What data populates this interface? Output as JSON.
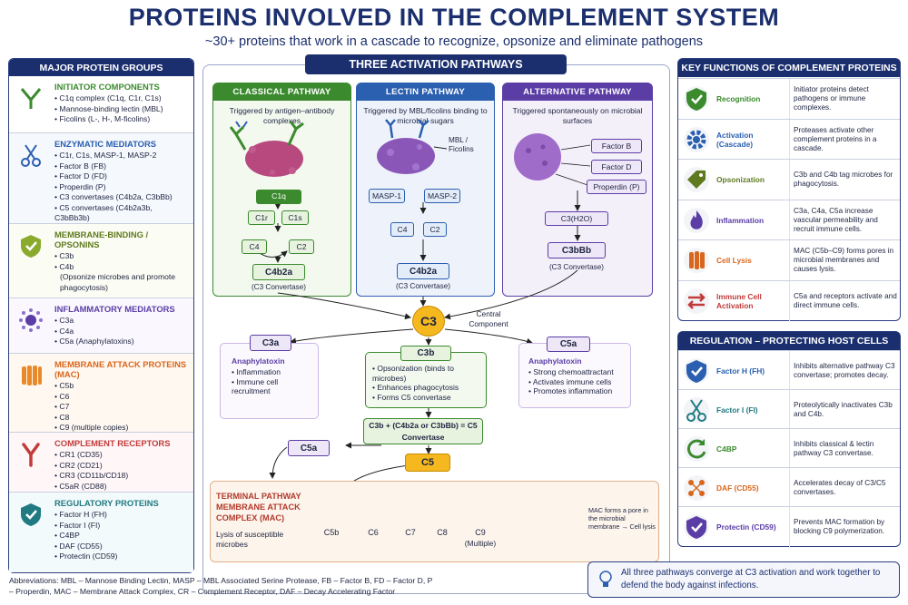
{
  "title": "PROTEINS INVOLVED IN THE COMPLEMENT SYSTEM",
  "subtitle": "~30+ proteins that work in a cascade to recognize, opsonize and eliminate pathogens",
  "left": {
    "header": "MAJOR PROTEIN GROUPS",
    "groups": [
      {
        "title": "INITIATOR COMPONENTS",
        "items": [
          "C1q complex (C1q, C1r, C1s)",
          "Mannose-binding lectin (MBL)",
          "Ficolins (L-, H-, M-ficolins)"
        ],
        "color": "#3b8a2e"
      },
      {
        "title": "ENZYMATIC MEDIATORS",
        "items": [
          "C1r, C1s, MASP-1, MASP-2",
          "Factor B (FB)",
          "Factor D (FD)",
          "Properdin (P)",
          "C3 convertases (C4b2a, C3bBb)",
          "C5 convertases (C4b2a3b, C3bBb3b)"
        ],
        "color": "#2b5fb0"
      },
      {
        "title": "MEMBRANE-BINDING / OPSONINS",
        "items": [
          "C3b",
          "C4b"
        ],
        "note": "(Opsonize microbes and promote phagocytosis)",
        "color": "#5f7a1e"
      },
      {
        "title": "INFLAMMATORY MEDIATORS",
        "items": [
          "C3a",
          "C4a",
          "C5a   (Anaphylatoxins)"
        ],
        "color": "#5b3da6"
      },
      {
        "title": "MEMBRANE ATTACK PROTEINS (MAC)",
        "items": [
          "C5b",
          "C6",
          "C7",
          "C8",
          "C9 (multiple copies)"
        ],
        "color": "#d9661c"
      },
      {
        "title": "COMPLEMENT RECEPTORS",
        "items": [
          "CR1 (CD35)",
          "CR2 (CD21)",
          "CR3 (CD11b/CD18)",
          "C5aR (CD88)"
        ],
        "color": "#c23a3a"
      },
      {
        "title": "REGULATORY PROTEINS",
        "items": [
          "Factor H (FH)",
          "Factor I (FI)",
          "C4BP",
          "DAF (CD55)",
          "Protectin (CD59)"
        ],
        "color": "#1f7a82"
      }
    ]
  },
  "center": {
    "header": "THREE ACTIVATION PATHWAYS",
    "classical": {
      "title": "CLASSICAL PATHWAY",
      "trigger": "Triggered by antigen–antibody complexes",
      "c1q": "C1q",
      "c1r": "C1r",
      "c1s": "C1s",
      "c4": "C4",
      "c2": "C2",
      "product": "C4b2a",
      "label": "(C3 Convertase)"
    },
    "lectin": {
      "title": "LECTIN PATHWAY",
      "trigger": "Triggered by MBL/ficolins binding to microbial sugars",
      "mbl": "MBL / Ficolins",
      "masp1": "MASP-1",
      "masp2": "MASP-2",
      "c4": "C4",
      "c2": "C2",
      "product": "C4b2a",
      "label": "(C3 Convertase)"
    },
    "alternative": {
      "title": "ALTERNATIVE PATHWAY",
      "trigger": "Triggered spontaneously on microbial surfaces",
      "fb": "Factor B",
      "fd": "Factor D",
      "fp": "Properdin (P)",
      "c3h2o": "C3(H2O)",
      "product": "C3bBb",
      "label": "(C3 Convertase)"
    },
    "c3": "C3",
    "central_label": "Central Component",
    "c3a": {
      "name": "C3a",
      "sub": "Anaphylatoxin",
      "items": [
        "Inflammation",
        "Immune cell recruitment"
      ]
    },
    "c3b": {
      "name": "C3b",
      "items": [
        "Opsonization (binds to microbes)",
        "Enhances phagocytosis",
        "Forms C5 convertase"
      ]
    },
    "c5a_box": {
      "name": "C5a",
      "sub": "Anaphylatoxin",
      "items": [
        "Strong chemoattractant",
        "Activates immune cells",
        "Promotes inflammation"
      ]
    },
    "c5conv": "C3b + (C4b2a or C3bBb) = C5 Convertase",
    "c5a_small": "C5a",
    "c5": "C5",
    "terminal": {
      "title": "TERMINAL PATHWAY MEMBRANE ATTACK COMPLEX (MAC)",
      "lysis": "Lysis of susceptible microbes",
      "parts": [
        "C5b",
        "C6",
        "C7",
        "C8",
        "C9"
      ],
      "c9note": "(Multiple)",
      "pore_note": "MAC forms a pore in the microbial membrane → Cell lysis"
    }
  },
  "right": {
    "header": "KEY FUNCTIONS OF COMPLEMENT PROTEINS",
    "functions": [
      {
        "name": "Recognition",
        "desc": "Initiator proteins detect pathogens or immune complexes.",
        "color": "#3b8a2e",
        "icon": "shield-check-icon"
      },
      {
        "name": "Activation (Cascade)",
        "desc": "Proteases activate other complement proteins in a cascade.",
        "color": "#2b5fb0",
        "icon": "gear-icon"
      },
      {
        "name": "Opsonization",
        "desc": "C3b and C4b tag microbes for phagocytosis.",
        "color": "#5f7a1e",
        "icon": "tag-icon"
      },
      {
        "name": "Inflammation",
        "desc": "C3a, C4a, C5a increase vascular permeability and recruit immune cells.",
        "color": "#5b3da6",
        "icon": "flame-icon"
      },
      {
        "name": "Cell Lysis",
        "desc": "MAC (C5b–C9) forms pores in microbial membranes and causes lysis.",
        "color": "#d9661c",
        "icon": "lysis-icon"
      },
      {
        "name": "Immune Cell Activation",
        "desc": "C5a and receptors activate and direct immune cells.",
        "color": "#c23a3a",
        "icon": "arrows-icon"
      }
    ],
    "reg_header": "REGULATION – PROTECTING HOST CELLS",
    "regulators": [
      {
        "name": "Factor H (FH)",
        "desc": "Inhibits alternative pathway C3 convertase; promotes decay.",
        "color": "#2b5fb0",
        "icon": "shield-icon"
      },
      {
        "name": "Factor I (FI)",
        "desc": "Proteolytically inactivates C3b and C4b.",
        "color": "#1f7a82",
        "icon": "scissors-icon"
      },
      {
        "name": "C4BP",
        "desc": "Inhibits classical & lectin pathway C3 convertase.",
        "color": "#3b8a2e",
        "icon": "refresh-icon"
      },
      {
        "name": "DAF (CD55)",
        "desc": "Accelerates decay of C3/C5 convertases.",
        "color": "#d9661c",
        "icon": "network-icon"
      },
      {
        "name": "Protectin (CD59)",
        "desc": "Prevents MAC formation by blocking C9 polymerization.",
        "color": "#5b3da6",
        "icon": "shield-check-icon"
      }
    ]
  },
  "footer": {
    "abbrev": "Abbreviations: MBL – Mannose Binding Lectin, MASP – MBL Associated Serine Protease, FB – Factor B, FD – Factor D, P – Properdin, MAC – Membrane Attack Complex, CR – Complement Receptor, DAF – Decay Accelerating Factor",
    "note": "All three pathways converge at C3 activation and work together to defend the body against infections."
  }
}
